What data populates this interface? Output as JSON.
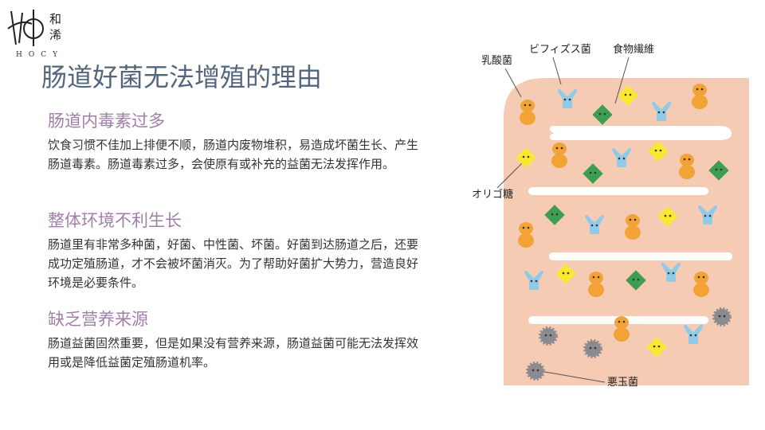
{
  "logo": {
    "chars": [
      "和",
      "浠"
    ],
    "sub": "HOCY"
  },
  "title": "肠道好菌无法增殖的理由",
  "sections": [
    {
      "heading": "肠道内毒素过多",
      "body": "饮食习惯不佳加上排便不顺，肠道内废物堆积，易造成坏菌生长、产生肠道毒素。肠道毒素过多，会使原有或补充的益菌无法发挥作用。"
    },
    {
      "heading": "整体环境不利生长",
      "body": "肠道里有非常多种菌，好菌、中性菌、坏菌。好菌到达肠道之后，还要成功定殖肠道，才不会被坏菌消灭。为了帮助好菌扩大势力，营造良好环境是必要条件。"
    },
    {
      "heading": "缺乏营养来源",
      "body": "肠道益菌固然重要，但是如果没有营养来源，肠道益菌可能无法发挥效用或是降低益菌定殖肠道机率。"
    }
  ],
  "illustration": {
    "labels": {
      "lactic": "乳酸菌",
      "bifidus": "ビフィズス菌",
      "fiber": "食物繊維",
      "oligo": "オリゴ糖",
      "bad": "悪玉菌"
    },
    "colors": {
      "tube": "#f6cbb4",
      "lactic": "#f3a236",
      "bifidus": "#8fcbe8",
      "fiber": "#3d9e52",
      "oligo": "#f8e830",
      "bad": "#8a8a8f"
    }
  }
}
